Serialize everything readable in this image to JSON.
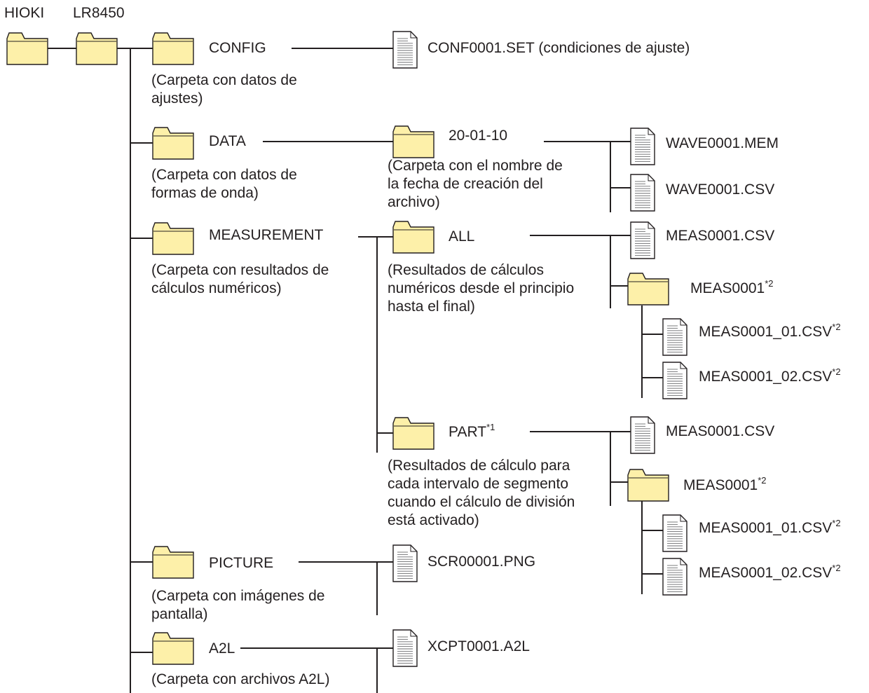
{
  "diagram": {
    "colors": {
      "folder": "#fdf0a9",
      "stroke": "#231f20"
    },
    "headers": {
      "maker": "HIOKI",
      "model": "LR8450"
    },
    "folders": {
      "config": {
        "label": "CONFIG",
        "desc": [
          "(Carpeta con datos de",
          "ajustes)"
        ]
      },
      "data": {
        "label": "DATA",
        "desc": [
          "(Carpeta con datos de",
          "formas de onda)"
        ]
      },
      "date": {
        "label": "20-01-10",
        "desc": [
          "(Carpeta con el nombre de",
          "la fecha de creación del",
          "archivo)"
        ]
      },
      "measurement": {
        "label": "MEASUREMENT",
        "desc": [
          "(Carpeta con resultados de",
          "cálculos numéricos)"
        ]
      },
      "all": {
        "label": "ALL",
        "desc": [
          "(Resultados de cálculos",
          "numéricos desde el principio",
          "hasta el final)"
        ]
      },
      "meas_all": {
        "label": "MEAS0001",
        "note": "*2"
      },
      "part": {
        "label": "PART",
        "note": "*1",
        "desc": [
          "(Resultados de cálculo para",
          "cada intervalo de segmento",
          "cuando el cálculo de división",
          "está activado)"
        ]
      },
      "meas_part": {
        "label": "MEAS0001",
        "note": "*2"
      },
      "picture": {
        "label": "PICTURE",
        "desc": [
          "(Carpeta con imágenes de",
          "pantalla)"
        ]
      },
      "a2l": {
        "label": "A2L",
        "desc": [
          "(Carpeta con archivos A2L)"
        ]
      }
    },
    "files": {
      "conf": {
        "label": "CONF0001.SET (condiciones de ajuste)"
      },
      "wave_mem": {
        "label": "WAVE0001.MEM"
      },
      "wave_csv": {
        "label": "WAVE0001.CSV"
      },
      "meas_all_csv": {
        "label": "MEAS0001.CSV"
      },
      "all_01": {
        "label": "MEAS0001_01.CSV",
        "note": "*2"
      },
      "all_02": {
        "label": "MEAS0001_02.CSV",
        "note": "*2"
      },
      "meas_part_csv": {
        "label": "MEAS0001.CSV"
      },
      "part_01": {
        "label": "MEAS0001_01.CSV",
        "note": "*2"
      },
      "part_02": {
        "label": "MEAS0001_02.CSV",
        "note": "*2"
      },
      "scr": {
        "label": "SCR00001.PNG"
      },
      "xcp": {
        "label": "XCPT0001.A2L"
      }
    }
  }
}
